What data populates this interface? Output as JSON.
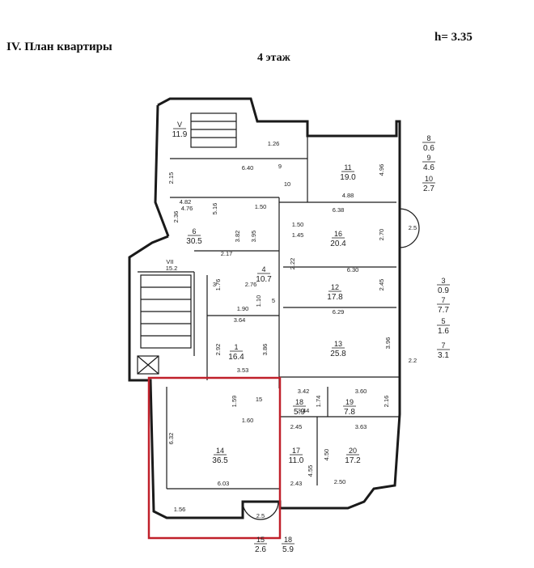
{
  "header": {
    "section_title": "IV. План квартиры",
    "ceiling_height": "h= 3.35",
    "floor_label": "4 этаж"
  },
  "colors": {
    "highlight": "#c0202a",
    "walls": "#1a1a1a"
  },
  "plan": {
    "labels": [
      {
        "id": "r5-top",
        "num": "V",
        "area": "11.9"
      },
      {
        "id": "r8",
        "num": "8",
        "area": "0.6"
      },
      {
        "id": "r9",
        "num": "9",
        "area": "4.6"
      },
      {
        "id": "r10",
        "num": "10",
        "area": "2.7"
      },
      {
        "id": "r11",
        "num": "11",
        "area": "19.0"
      },
      {
        "id": "r16",
        "num": "16",
        "area": "20.4"
      },
      {
        "id": "r6",
        "num": "6",
        "area": "30.5"
      },
      {
        "id": "r4",
        "num": "4",
        "area": "10.7"
      },
      {
        "id": "r12",
        "num": "12",
        "area": "17.8"
      },
      {
        "id": "r13",
        "num": "13",
        "area": "25.8"
      },
      {
        "id": "r1",
        "num": "1",
        "area": "16.4"
      },
      {
        "id": "r14",
        "num": "14",
        "area": "36.5"
      },
      {
        "id": "r18",
        "num": "18",
        "area": "5.9"
      },
      {
        "id": "r19",
        "num": "19",
        "area": "7.8"
      },
      {
        "id": "r17",
        "num": "17",
        "area": "11.0"
      },
      {
        "id": "r20",
        "num": "20",
        "area": "17.2"
      },
      {
        "id": "r15b",
        "num": "15",
        "area": "2.6"
      },
      {
        "id": "r18b",
        "num": "18",
        "area": "5.9"
      },
      {
        "id": "r3r",
        "num": "3",
        "area": "0.9"
      },
      {
        "id": "r7",
        "num": "7",
        "area": "7.7"
      },
      {
        "id": "r5r",
        "num": "5",
        "area": "1.6"
      },
      {
        "id": "r7b",
        "num": "7",
        "area": "3.1"
      }
    ],
    "dims": [
      "1.26",
      "6.40",
      "9",
      "4.96",
      "2.15",
      "10",
      "4.88",
      "4.82",
      "4.76",
      "5.16",
      "1.50",
      "6.38",
      "2.36",
      "3.82",
      "3.95",
      "1.50",
      "1.45",
      "2.70",
      "2.5",
      "2.17",
      "2.22",
      "6.30",
      "1.76",
      "2.76",
      "2.45",
      "3",
      "1.90",
      "1.10",
      "5",
      "6.29",
      "3.64",
      "3.96",
      "2.92",
      "3.86",
      "2.2",
      "3.53",
      "3.42",
      "3.60",
      "1.59",
      "1.74",
      "2.16",
      "15",
      "3.44",
      "1.60",
      "6.32",
      "2.45",
      "3.63",
      "4.55",
      "4.50",
      "6.03",
      "2.43",
      "2.50",
      "1.56",
      "2.5",
      "VII",
      "15.2"
    ]
  }
}
